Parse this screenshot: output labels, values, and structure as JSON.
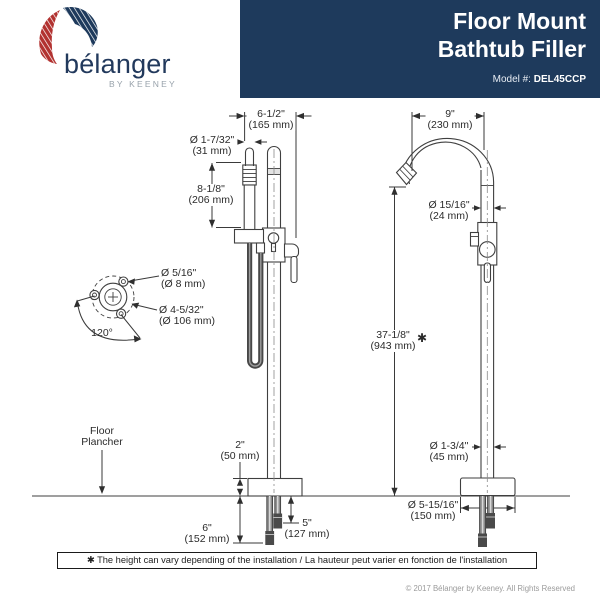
{
  "header": {
    "brand_name": "bélanger",
    "brand_tagline": "BY KEENEY",
    "title_line1": "Floor Mount",
    "title_line2": "Bathtub Filler",
    "model_label": "Model #:",
    "model_number": "DEL45CCP",
    "colors": {
      "banner": "#1e3a5c",
      "logo_red": "#b23230",
      "logo_navy": "#1e3a5c"
    }
  },
  "diagram": {
    "front_view": {
      "overall_width": {
        "imperial": "6-1/2\"",
        "metric": "(165 mm)"
      },
      "handshower_diameter": {
        "imperial": "Ø 1-7/32\"",
        "metric": "(31 mm)"
      },
      "handshower_length": {
        "imperial": "8-1/8\"",
        "metric": "(206 mm)"
      },
      "base_height": {
        "imperial": "2\"",
        "metric": "(50 mm)"
      },
      "hose_drop_long": {
        "imperial": "6\"",
        "metric": "(152 mm)"
      },
      "hose_drop_short": {
        "imperial": "5\"",
        "metric": "(127 mm)"
      }
    },
    "top_view": {
      "mounting_hole_diameter": {
        "imperial": "Ø 5/16\"",
        "metric": "(Ø 8 mm)"
      },
      "base_diameter": {
        "imperial": "Ø 4-5/32\"",
        "metric": "(Ø 106 mm)"
      },
      "hole_spacing_angle": "120°"
    },
    "side_view": {
      "spout_reach": {
        "imperial": "9\"",
        "metric": "(230 mm)"
      },
      "spout_diameter": {
        "imperial": "Ø 15/16\"",
        "metric": "(24 mm)"
      },
      "overall_height": {
        "imperial": "37-1/8\"",
        "metric": "(943 mm)"
      },
      "height_note_mark": "✱",
      "column_diameter": {
        "imperial": "Ø 1-3/4\"",
        "metric": "(45 mm)"
      },
      "base_diameter": {
        "imperial": "Ø 5-15/16\"",
        "metric": "(150 mm)"
      }
    },
    "floor_label": {
      "en": "Floor",
      "fr": "Plancher"
    }
  },
  "footnote": "✱ The height can vary depending of the installation / La hauteur peut varier en fonction de l'installation",
  "copyright": "© 2017 Bélanger by Keeney. All Rights Reserved"
}
